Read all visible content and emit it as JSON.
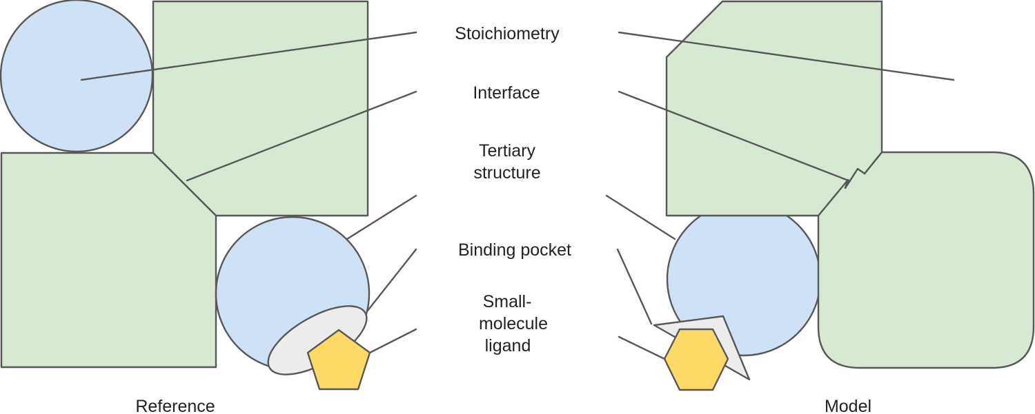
{
  "labels": {
    "stoichiometry": "Stoichiometry",
    "interface": "Interface",
    "tertiary_line1": "Tertiary",
    "tertiary_line2": "structure",
    "binding_pocket": "Binding pocket",
    "ligand_line1": "Small-",
    "ligand_line2": "molecule",
    "ligand_line3": "ligand"
  },
  "panels": {
    "reference": "Reference",
    "model": "Model"
  },
  "colors": {
    "blue_fill": "#cfe1f4",
    "green_fill": "#d8e9d3",
    "grey_fill": "#ececec",
    "yellow_fill": "#fed966",
    "stroke": "#575757"
  }
}
